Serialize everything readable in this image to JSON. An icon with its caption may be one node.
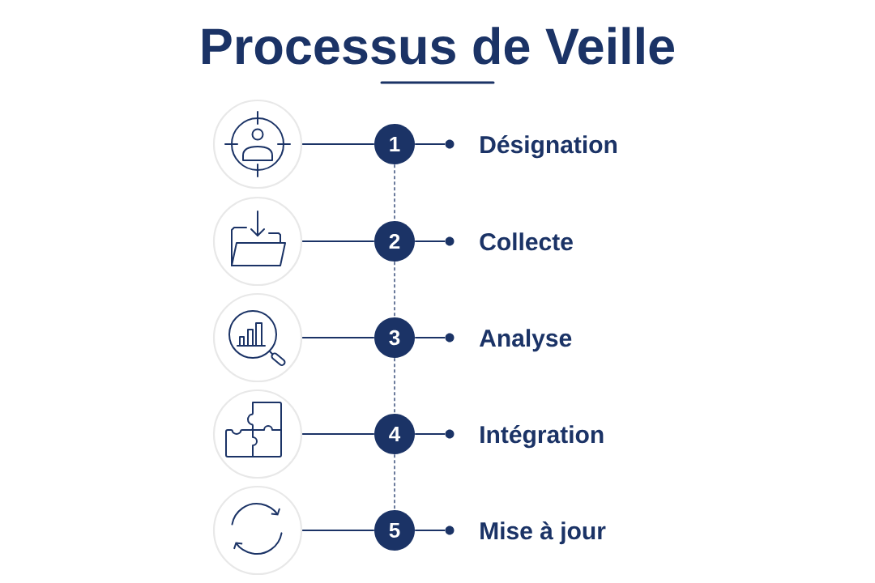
{
  "diagram": {
    "title": "Processus de Veille",
    "nodes": [
      {
        "text": [],
        "shape": "circle"
      },
      {
        "text": [
          "1"
        ]
      },
      {
        "text": [],
        "shape": "circle",
        "beside": [
          "Désignation"
        ]
      },
      {
        "text": [],
        "shape": "circle"
      },
      {
        "text": [
          "2"
        ]
      },
      {
        "text": [],
        "shape": "circle",
        "beside": [
          "Collecte"
        ]
      },
      {
        "text": [],
        "shape": "circle"
      },
      {
        "text": [
          "3"
        ]
      },
      {
        "text": [],
        "shape": "circle",
        "beside": [
          "Analyse"
        ]
      },
      {
        "text": [],
        "shape": "circle"
      },
      {
        "text": [
          "4"
        ]
      },
      {
        "text": [],
        "shape": "circle",
        "beside": [
          "Intégration"
        ]
      },
      {
        "text": [],
        "shape": "circle"
      },
      {
        "text": [
          "5"
        ]
      },
      {
        "text": [],
        "shape": "circle",
        "beside": [
          "Mise à jour"
        ]
      }
    ],
    "edges": [
      {
        "from": 0,
        "to": 1,
        "arrow": "none"
      },
      {
        "from": 1,
        "to": 2,
        "arrow": "none"
      },
      {
        "from": 3,
        "to": 4,
        "arrow": "none"
      },
      {
        "from": 4,
        "to": 5,
        "arrow": "none"
      },
      {
        "from": 6,
        "to": 7,
        "arrow": "none"
      },
      {
        "from": 7,
        "to": 8,
        "arrow": "none"
      },
      {
        "from": 9,
        "to": 10,
        "arrow": "none"
      },
      {
        "from": 10,
        "to": 11,
        "arrow": "none"
      },
      {
        "from": 12,
        "to": 13,
        "arrow": "none"
      },
      {
        "from": 13,
        "to": 14,
        "arrow": "none"
      },
      {
        "from": 1,
        "to": 4,
        "arrow": "none",
        "style": "dashed"
      },
      {
        "from": 4,
        "to": 7,
        "arrow": "none",
        "style": "dashed"
      },
      {
        "from": 7,
        "to": 10,
        "arrow": "none",
        "style": "dashed"
      },
      {
        "from": 10,
        "to": 13,
        "arrow": "none",
        "style": "dashed"
      }
    ]
  }
}
